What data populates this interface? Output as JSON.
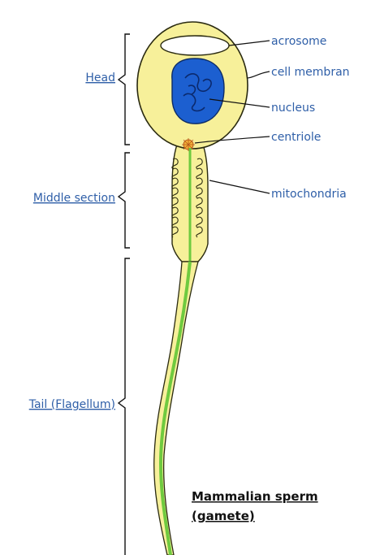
{
  "section_labels": {
    "head": "Head",
    "middle": "Middle section",
    "tail": "Tail (Flagellum)"
  },
  "part_labels": {
    "acrosome": "acrosome",
    "cell_membrane": "cell membran",
    "nucleus": "nucleus",
    "centriole": "centriole",
    "mitochondria": "mitochondria"
  },
  "caption": {
    "line1": "Mammalian sperm",
    "line2": "(gamete)"
  },
  "colors": {
    "cell_fill": "#f7f09a",
    "cell_outline": "#2a2a10",
    "nucleus_fill": "#1c5fd0",
    "acrosome_fill": "#ffffff",
    "flagellum": "#7ed54a",
    "label_text": "#2f5fa8"
  }
}
